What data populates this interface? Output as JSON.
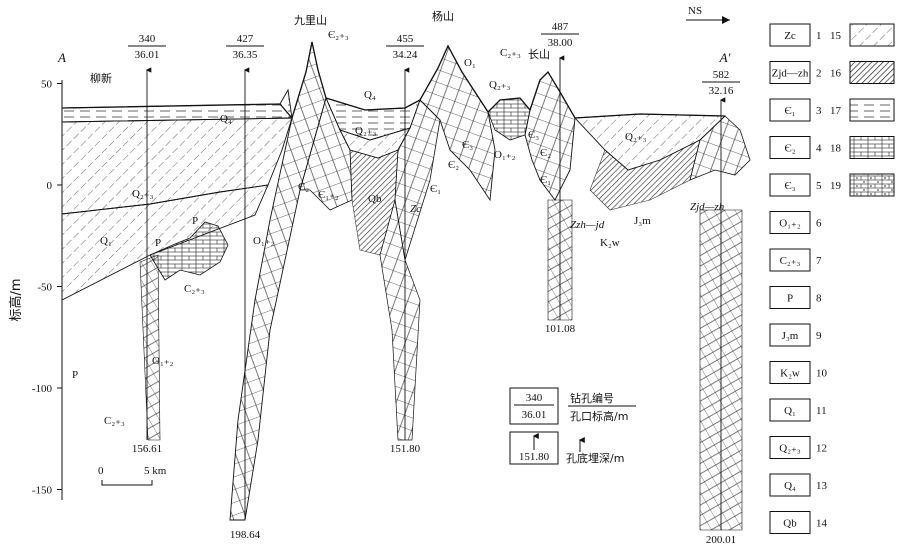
{
  "section": {
    "start": "A",
    "end": "A′",
    "direction": "NS"
  },
  "axis": {
    "label": "标高/m",
    "ticks": [
      {
        "v": 50,
        "t": "50"
      },
      {
        "v": 0,
        "t": "0"
      },
      {
        "v": -50,
        "t": "-50"
      },
      {
        "v": -100,
        "t": "-100"
      },
      {
        "v": -150,
        "t": "-150"
      }
    ]
  },
  "places": {
    "liuxin": "柳新",
    "jiulishan": "九里山",
    "yangshan": "杨山",
    "changshan": "长山"
  },
  "boreholes": [
    {
      "id": "340",
      "elev": "36.01",
      "depth": "156.61"
    },
    {
      "id": "427",
      "elev": "36.35",
      "depth": "198.64"
    },
    {
      "id": "455",
      "elev": "34.24",
      "depth": "151.80"
    },
    {
      "id": "487",
      "elev": "38.00",
      "depth": "101.08"
    },
    {
      "id": "582",
      "elev": "32.16",
      "depth": "200.01"
    }
  ],
  "labels": {
    "q4": "Q₄",
    "q23": "Q₂₊₃",
    "q1": "Q₁",
    "c23": "C₂₊₃",
    "o12": "O₁₊₂",
    "o1": "O₁",
    "p": "P",
    "e2": "Є₂",
    "e3": "Є₃",
    "e1": "Є₁",
    "e12": "Є₁₊₂",
    "zc": "Zc",
    "qb": "Qb",
    "zzhjd": "Zzh—jd",
    "zjdzh": "Zjd—zh",
    "j3m": "J₃m",
    "k2w": "K₂w",
    "e23": "Є₂₊₃"
  },
  "inset": {
    "id": "340",
    "elev": "36.01",
    "depth": "151.80",
    "label_id": "钻孔编号",
    "label_elev": "孔口标高/m",
    "label_depth": "孔底埋深/m"
  },
  "scale": {
    "zero": "0",
    "five": "5 km"
  },
  "legend": {
    "left": [
      {
        "num": "1",
        "sym": "Zc"
      },
      {
        "num": "2",
        "sym": "Zjd—zh"
      },
      {
        "num": "3",
        "sym": "Є₁"
      },
      {
        "num": "4",
        "sym": "Є₂"
      },
      {
        "num": "5",
        "sym": "Є₃"
      },
      {
        "num": "6",
        "sym": "O₁₊₂"
      },
      {
        "num": "7",
        "sym": "C₂₊₃"
      },
      {
        "num": "8",
        "sym": "P"
      },
      {
        "num": "9",
        "sym": "J₃m"
      },
      {
        "num": "10",
        "sym": "K₂w"
      },
      {
        "num": "11",
        "sym": "Q₁"
      },
      {
        "num": "12",
        "sym": "Q₂₊₃"
      },
      {
        "num": "13",
        "sym": "Q₄"
      },
      {
        "num": "14",
        "sym": "Qb"
      }
    ],
    "right": [
      {
        "num": "15",
        "pattern": "light-hatch"
      },
      {
        "num": "16",
        "pattern": "dense-hatch"
      },
      {
        "num": "17",
        "pattern": "dash-lines"
      },
      {
        "num": "18",
        "pattern": "bricks"
      },
      {
        "num": "19",
        "pattern": "bricks-dotted"
      }
    ]
  }
}
